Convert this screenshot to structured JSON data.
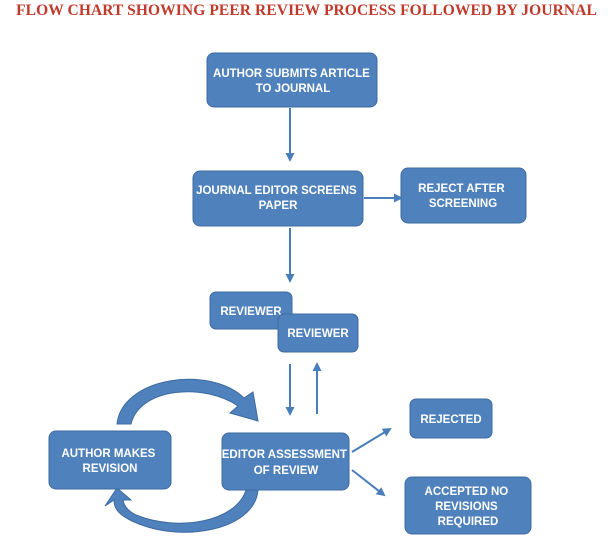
{
  "title": "FLOW CHART SHOWING PEER REVIEW PROCESS FOLLOWED BY JOURNAL",
  "colors": {
    "title": "#c0392b",
    "box_fill": "#4f81bd",
    "box_stroke": "#3d6aa0",
    "arrow": "#4a7ebb"
  },
  "nodes": {
    "author_submits": {
      "lines": [
        "AUTHOR SUBMITS ARTICLE",
        "TO JOURNAL"
      ]
    },
    "editor_screens": {
      "lines": [
        "JOURNAL EDITOR SCREENS",
        "PAPER"
      ]
    },
    "reject_screening": {
      "lines": [
        "REJECT AFTER",
        "SCREENING"
      ]
    },
    "reviewer_1": {
      "lines": [
        "REVIEWER"
      ]
    },
    "reviewer_2": {
      "lines": [
        "REVIEWER"
      ]
    },
    "author_revision": {
      "lines": [
        "AUTHOR MAKES",
        "REVISION"
      ]
    },
    "editor_assessment": {
      "lines": [
        "EDITOR ASSESSMENT",
        "OF REVIEW"
      ]
    },
    "rejected": {
      "lines": [
        "REJECTED"
      ]
    },
    "accepted": {
      "lines": [
        "ACCEPTED NO",
        "REVISIONS",
        "REQUIRED"
      ]
    }
  }
}
